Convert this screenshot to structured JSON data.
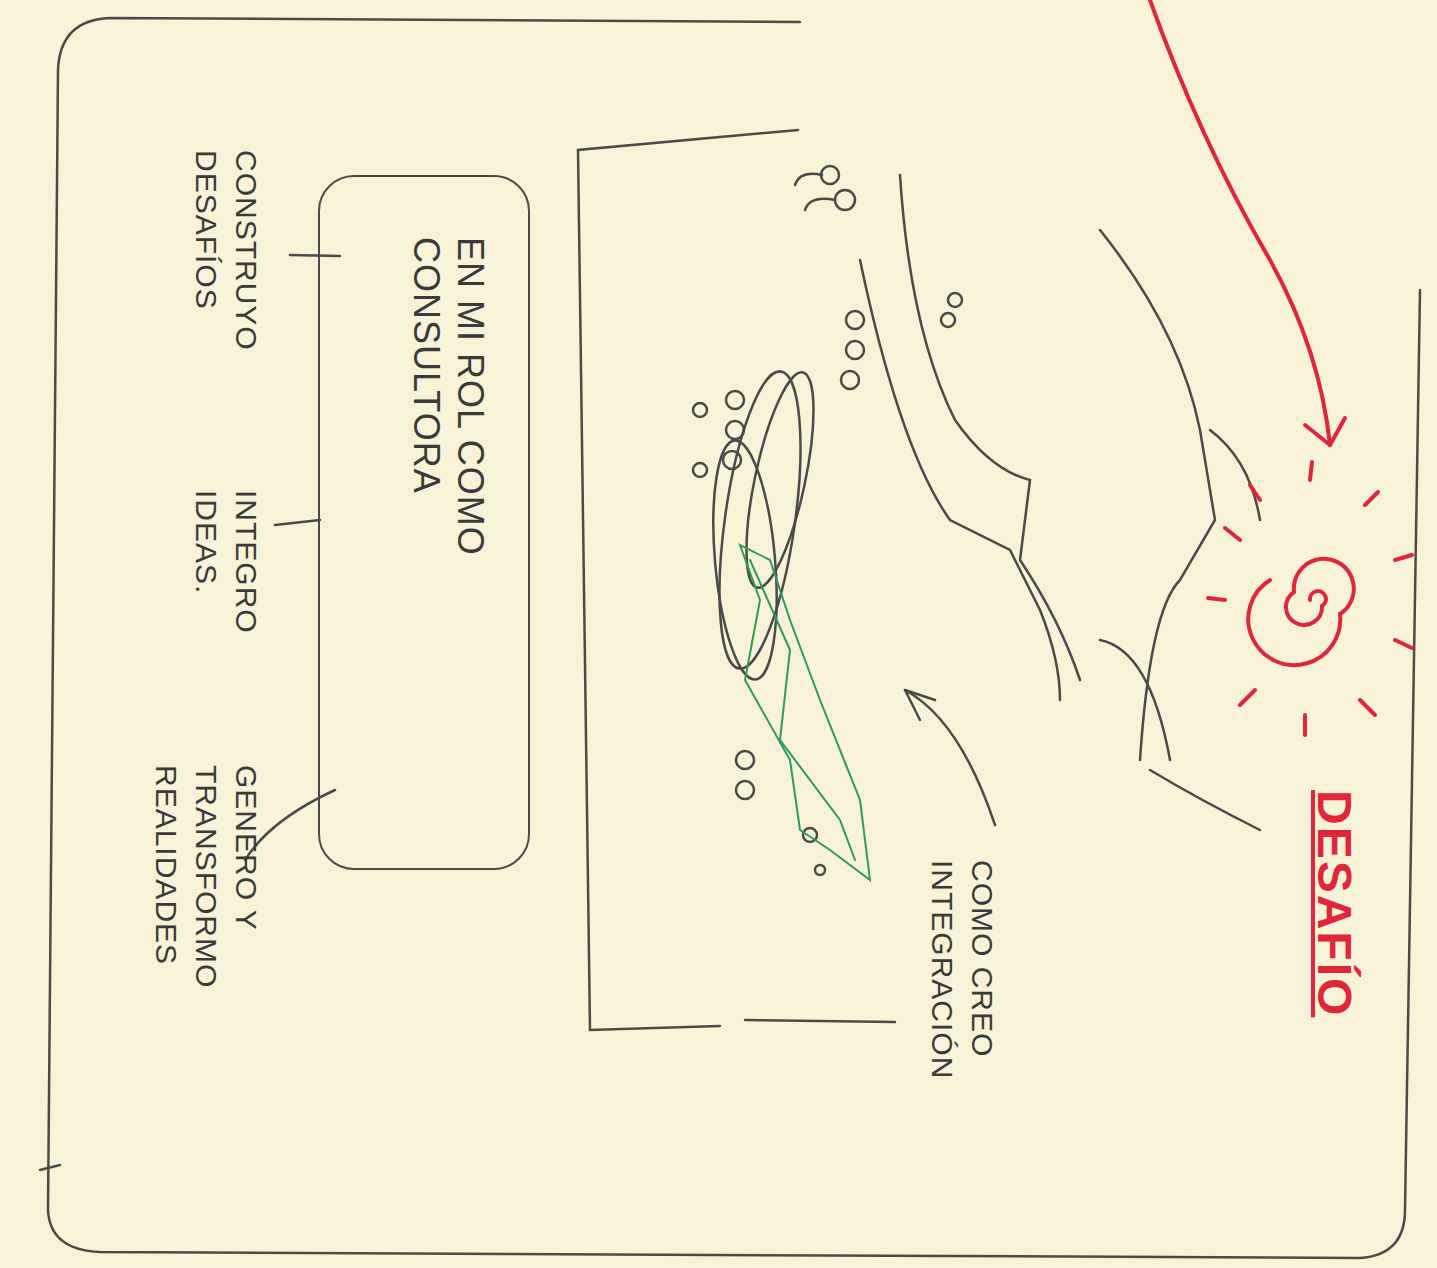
{
  "diagram": {
    "title": "DESAFÍO",
    "nodes": [
      {
        "text": [
          "EN MI ROL COMO CONSULTORA"
        ]
      }
    ],
    "labels": [
      "COMO CREO INTEGRACIÓN",
      "CONSTRUYO DESAFÍOS",
      "INTEGRO IDEAS.",
      "GENERO Y TRANSFORMO REALIDADES"
    ]
  }
}
